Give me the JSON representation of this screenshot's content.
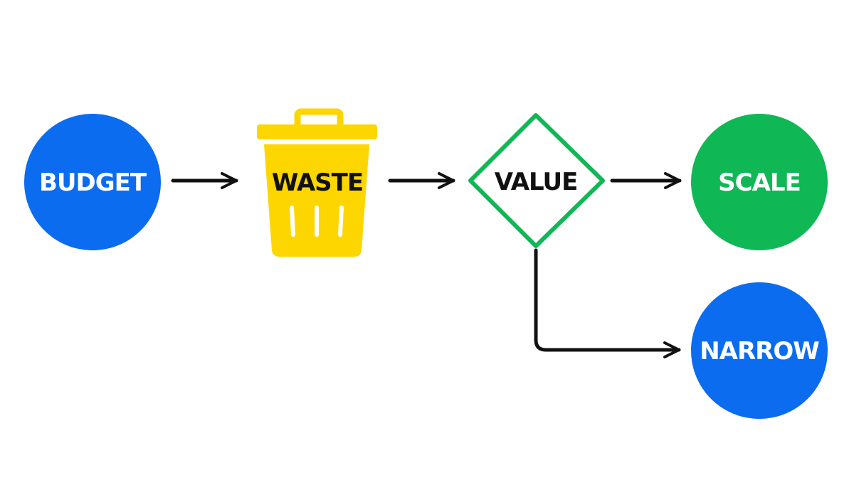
{
  "nodes": {
    "budget": {
      "label": "BUDGET"
    },
    "waste": {
      "label": "WASTE"
    },
    "value": {
      "label": "VALUE"
    },
    "scale": {
      "label": "SCALE"
    },
    "narrow": {
      "label": "NARROW"
    }
  },
  "edges": [
    {
      "from": "budget",
      "to": "waste"
    },
    {
      "from": "waste",
      "to": "value"
    },
    {
      "from": "value",
      "to": "scale"
    },
    {
      "from": "value",
      "to": "narrow"
    }
  ],
  "colors": {
    "blue": "#0b6cf0",
    "yellow": "#fdd600",
    "green": "#10b755",
    "arrow": "#111111",
    "label_light": "#ffffff",
    "label_dark": "#111111"
  },
  "icons": {
    "waste": "trash-can-icon"
  }
}
